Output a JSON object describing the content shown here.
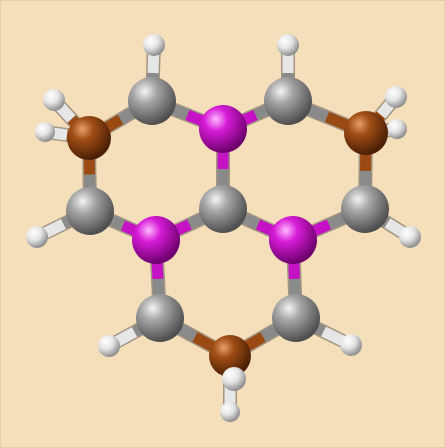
{
  "molecule": {
    "colors": {
      "background": "#f5dfbb",
      "carbon_gray": "#8a8a8a",
      "hydrogen_white": "#e6e6e6",
      "nitrogen_magenta": "#c412c4",
      "boron_brown": "#9a4a12"
    },
    "atoms": [
      {
        "id": "c-top-left",
        "element": "C"
      },
      {
        "id": "c-top-right",
        "element": "C"
      },
      {
        "id": "n-top",
        "element": "N"
      },
      {
        "id": "c-center",
        "element": "C"
      },
      {
        "id": "n-left",
        "element": "N"
      },
      {
        "id": "n-right",
        "element": "N"
      },
      {
        "id": "b-left",
        "element": "B"
      },
      {
        "id": "b-right",
        "element": "B"
      },
      {
        "id": "c-left",
        "element": "C"
      },
      {
        "id": "c-right",
        "element": "C"
      },
      {
        "id": "c-bottom-left",
        "element": "C"
      },
      {
        "id": "c-bottom-right",
        "element": "C"
      },
      {
        "id": "b-bottom",
        "element": "B"
      },
      {
        "id": "h-top-left",
        "element": "H"
      },
      {
        "id": "h-top-right",
        "element": "H"
      },
      {
        "id": "h-left-upper",
        "element": "H"
      },
      {
        "id": "h-left-back",
        "element": "H"
      },
      {
        "id": "h-right-upper",
        "element": "H"
      },
      {
        "id": "h-right-back",
        "element": "H"
      },
      {
        "id": "h-left-lower",
        "element": "H"
      },
      {
        "id": "h-right-lower",
        "element": "H"
      },
      {
        "id": "h-bottom-left",
        "element": "H"
      },
      {
        "id": "h-bottom-right",
        "element": "H"
      },
      {
        "id": "h-bottom-front",
        "element": "H"
      },
      {
        "id": "h-bottom-back",
        "element": "H"
      }
    ],
    "bonds": [
      [
        "c-top-left",
        "n-top"
      ],
      [
        "c-top-right",
        "n-top"
      ],
      [
        "n-top",
        "c-center"
      ],
      [
        "c-center",
        "n-left"
      ],
      [
        "c-center",
        "n-right"
      ],
      [
        "c-top-left",
        "b-left"
      ],
      [
        "c-top-right",
        "b-right"
      ],
      [
        "b-left",
        "c-left"
      ],
      [
        "b-right",
        "c-right"
      ],
      [
        "c-left",
        "n-left"
      ],
      [
        "c-right",
        "n-right"
      ],
      [
        "n-left",
        "c-bottom-left"
      ],
      [
        "n-right",
        "c-bottom-right"
      ],
      [
        "c-bottom-left",
        "b-bottom"
      ],
      [
        "c-bottom-right",
        "b-bottom"
      ],
      [
        "c-top-left",
        "h-top-left"
      ],
      [
        "c-top-right",
        "h-top-right"
      ],
      [
        "b-left",
        "h-left-upper"
      ],
      [
        "b-left",
        "h-left-back"
      ],
      [
        "b-right",
        "h-right-upper"
      ],
      [
        "b-right",
        "h-right-back"
      ],
      [
        "c-left",
        "h-left-lower"
      ],
      [
        "c-right",
        "h-right-lower"
      ],
      [
        "c-bottom-left",
        "h-bottom-left"
      ],
      [
        "c-bottom-right",
        "h-bottom-right"
      ],
      [
        "b-bottom",
        "h-bottom-front"
      ],
      [
        "b-bottom",
        "h-bottom-back"
      ]
    ]
  }
}
